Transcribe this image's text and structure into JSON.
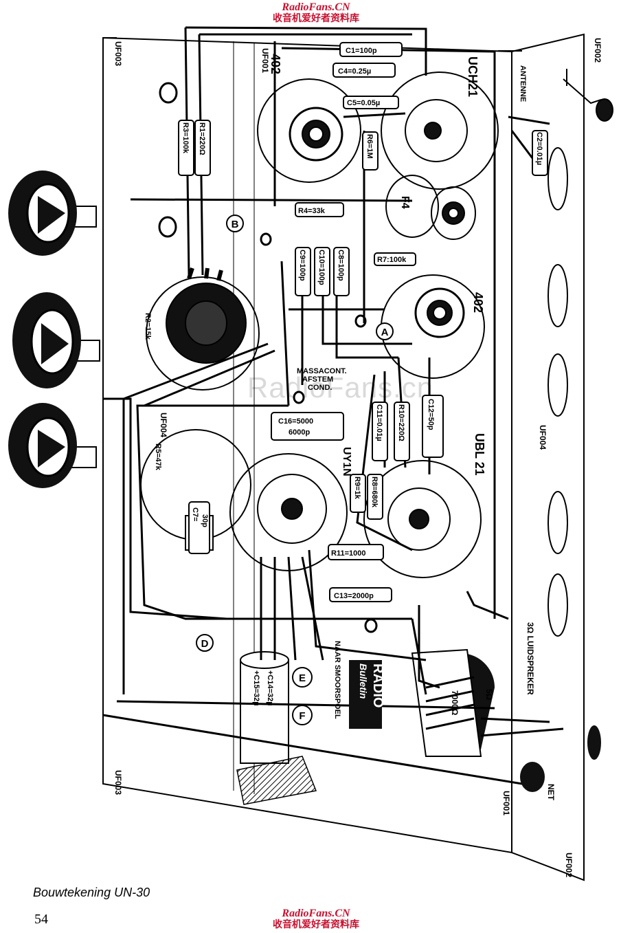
{
  "watermark": {
    "site": "RadioFans.CN",
    "chinese": "收音机爱好者资料库"
  },
  "caption": "Bouwtekening UN-30",
  "page_number": "54",
  "tubes": [
    "402",
    "UCH21",
    "402",
    "UBL 21",
    "UY1N"
  ],
  "components": {
    "C1": "C1=100p",
    "C4": "C4=0.25µ",
    "C5": "C5=0.05µ",
    "C2": "C2=0.01µ",
    "R3": "R3=100k",
    "R1": "R1=220Ω",
    "R6": "R6=1M",
    "R4": "R4=33k",
    "C9": "C9=100p",
    "C10": "C10=100p",
    "C8": "C8=100p",
    "R7": "R7:100k",
    "F4": "F4",
    "R2": "R2=15k",
    "C16a": "C16=5000",
    "C16b": "6000p",
    "C11": "C11=0.01µ",
    "R10": "R10=220Ω",
    "C12": "C12=50p",
    "R5": "R5=47k",
    "C7a": "C7=",
    "C7b": "30p",
    "R9": "R9=1k",
    "R8": "R8=680k",
    "R11": "R11=1000",
    "C13": "C13=2000p",
    "C14": "+C14=32µ",
    "C15": "+C15=32µ"
  },
  "labels": {
    "uf001_top": "UF001",
    "uf001_bottom": "UF001",
    "uf002_top": "UF002",
    "uf002_bottom": "UF002",
    "uf003_top": "UF003",
    "uf003_bottom": "UF003",
    "uf004_left": "UF004",
    "uf004_right": "UF004",
    "antenne": "ANTENNE",
    "luidspreker": "3Ω LUIDSPREKER",
    "net": "NET",
    "naar_smoorspoel": "NAAR SMOORSPOEL",
    "massacont": "MASSACONT.",
    "afstem": "AFSTEM",
    "cond": "COND.",
    "ohm5": "5Ω",
    "ohm7000": "7000Ω",
    "radio_bulletin_1": "RADIO",
    "radio_bulletin_2": "Bulletin"
  },
  "points": [
    "A",
    "B",
    "D",
    "E",
    "F"
  ],
  "ghost_watermark": "RadioFans.cn"
}
